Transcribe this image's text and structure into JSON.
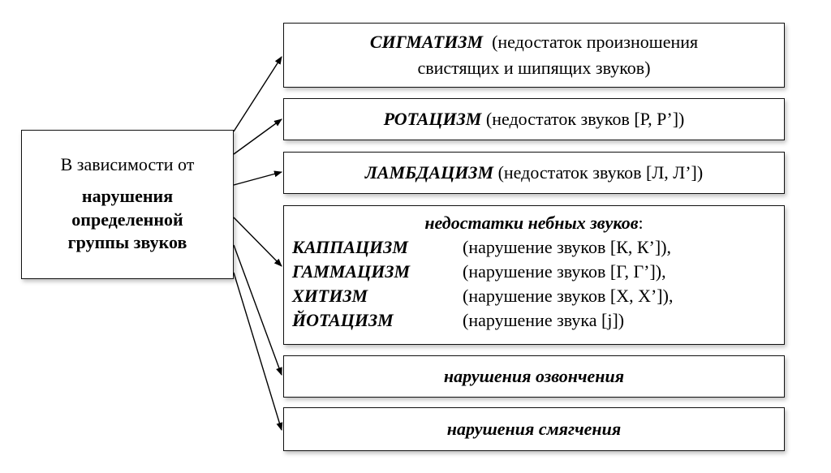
{
  "left": {
    "intro": "В зависимости от",
    "bold_lines": [
      "нарушения",
      "определенной",
      "группы звуков"
    ]
  },
  "boxes": {
    "sigmatizm": {
      "term": "СИГМАТИЗМ",
      "desc1": "(недостаток произношения",
      "desc2": "свистящих и шипящих звуков)"
    },
    "rotacizm": {
      "term": "РОТАЦИЗМ",
      "desc": "(недостаток звуков [Р, Р’])"
    },
    "lambdacizm": {
      "term": "ЛАМБДАЦИЗМ",
      "desc": "(недостаток звуков [Л, Л’])"
    },
    "palatal": {
      "heading_term": "недостатки небных звуков",
      "heading_colon": ":",
      "items": [
        {
          "term": "КАППАЦИЗМ",
          "desc": "(нарушение звуков [К, К’]),"
        },
        {
          "term": "ГАММАЦИЗМ",
          "desc": "(нарушение звуков [Г, Г’]),"
        },
        {
          "term": "ХИТИЗМ",
          "desc": "(нарушение звуков [Х, Х’]),"
        },
        {
          "term": "ЙОТАЦИЗМ",
          "desc": "(нарушение звука [j])"
        }
      ]
    },
    "voicing": {
      "term": "нарушения озвончения"
    },
    "softening": {
      "term": "нарушения смягчения"
    }
  }
}
